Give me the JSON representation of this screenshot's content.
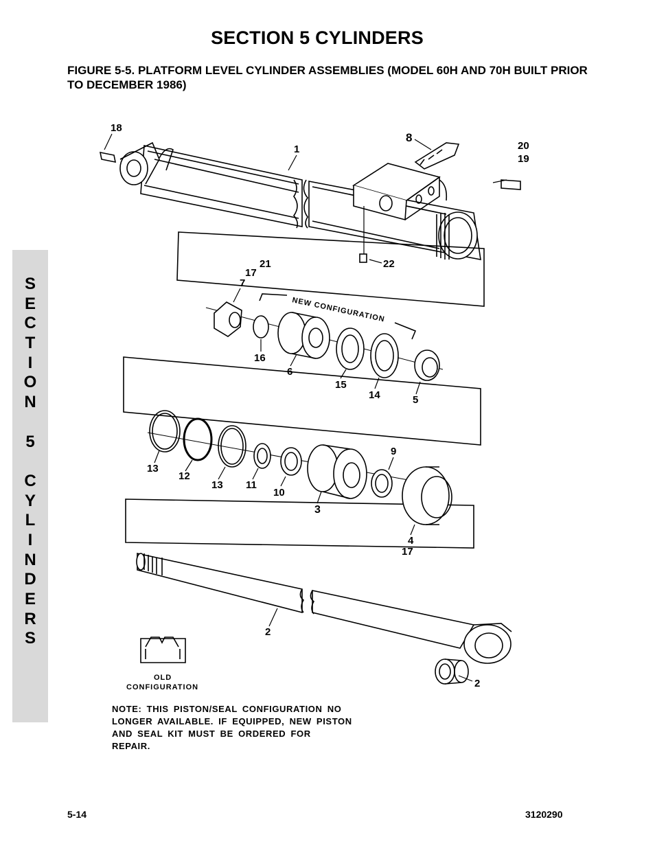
{
  "section_title": "SECTION 5  CYLINDERS",
  "figure_title": "FIGURE 5-5.   PLATFORM LEVEL CYLINDER ASSEMBLIES (MODEL 60H AND 70H BUILT PRIOR TO DECEMBER 1986)",
  "side_tab": [
    "S",
    "E",
    "C",
    "T",
    "I",
    "O",
    "N",
    "",
    "5",
    "",
    "C",
    "Y",
    "L",
    "I",
    "N",
    "D",
    "E",
    "R",
    "S"
  ],
  "diagram": {
    "new_configuration": "NEW CONFIGURATION",
    "old_configuration_line1": "OLD",
    "old_configuration_line2": "CONFIGURATION",
    "callouts": {
      "c18": "18",
      "c1": "1",
      "c8": "8",
      "c20": "20",
      "c19": "19",
      "c22": "22",
      "c21": "21",
      "c17a": "17",
      "c7": "7",
      "c16": "16",
      "c6": "6",
      "c15": "15",
      "c14": "14",
      "c5": "5",
      "c13a": "13",
      "c12": "12",
      "c13b": "13",
      "c11": "11",
      "c10": "10",
      "c3": "3",
      "c9": "9",
      "c4": "4",
      "c17b": "17",
      "c2a": "2",
      "c2b": "2"
    }
  },
  "note": "NOTE: THIS PISTON/SEAL CONFIGURATION NO LONGER AVAILABLE. IF EQUIPPED, NEW PISTON AND SEAL KIT MUST BE ORDERED FOR REPAIR.",
  "footer": {
    "page": "5-14",
    "doc_number": "3120290"
  }
}
